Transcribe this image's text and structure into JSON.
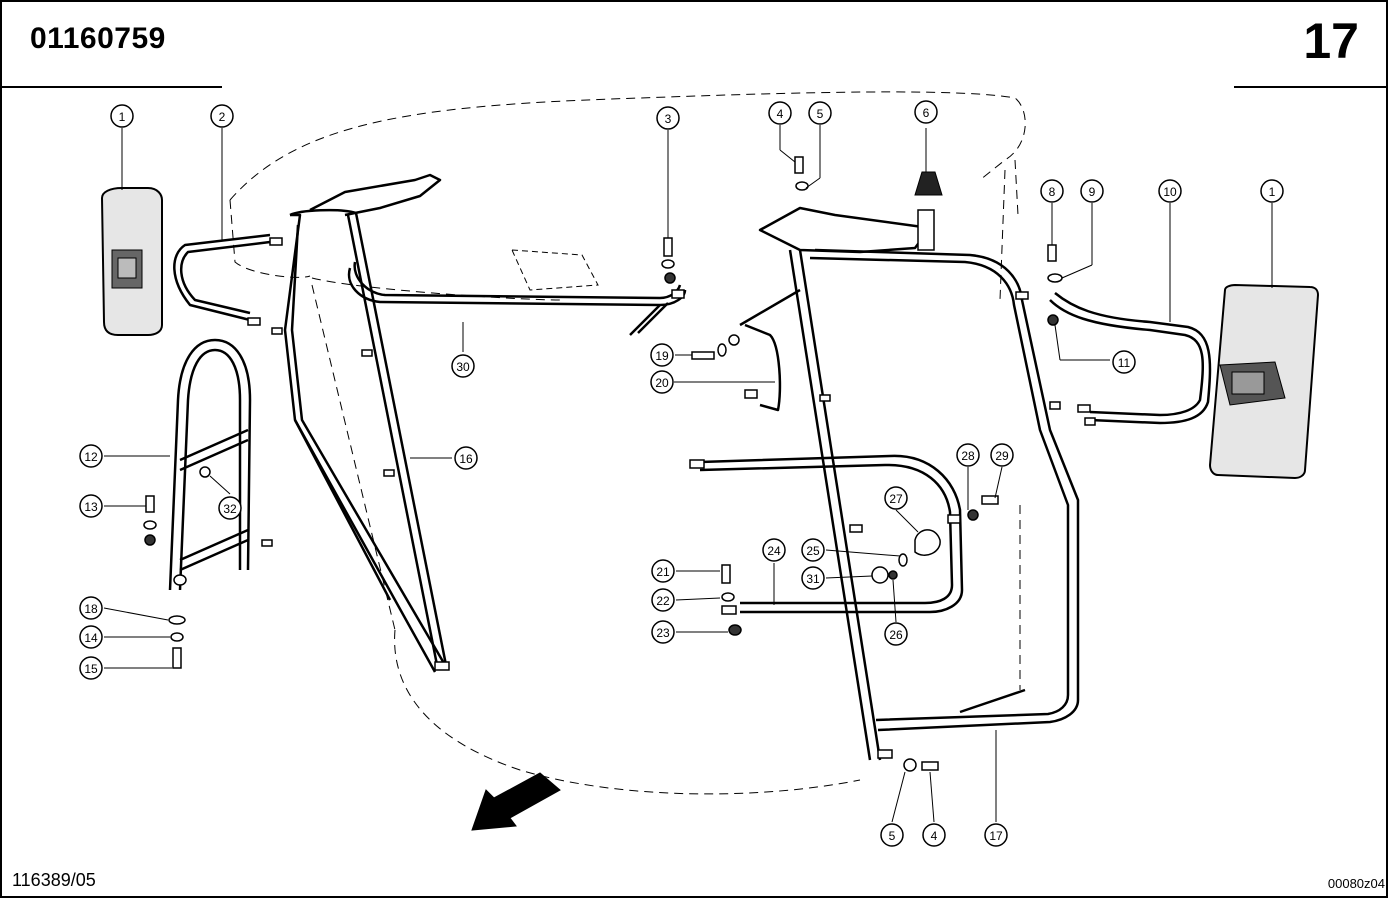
{
  "header": {
    "code": "01160759",
    "page_number": "17"
  },
  "footer": {
    "drawing_ref": "116389/05",
    "image_ref": "00080z04"
  },
  "callouts": [
    "1",
    "2",
    "3",
    "4",
    "5",
    "6",
    "1",
    "8",
    "9",
    "10",
    "11",
    "12",
    "13",
    "32",
    "30",
    "19",
    "20",
    "16",
    "28",
    "29",
    "27",
    "18",
    "14",
    "15",
    "21",
    "22",
    "23",
    "24",
    "25",
    "31",
    "26",
    "5",
    "4",
    "17"
  ],
  "colors": {
    "ink": "#000000",
    "paper": "#ffffff"
  },
  "icons": [
    "direction-arrow-icon"
  ]
}
